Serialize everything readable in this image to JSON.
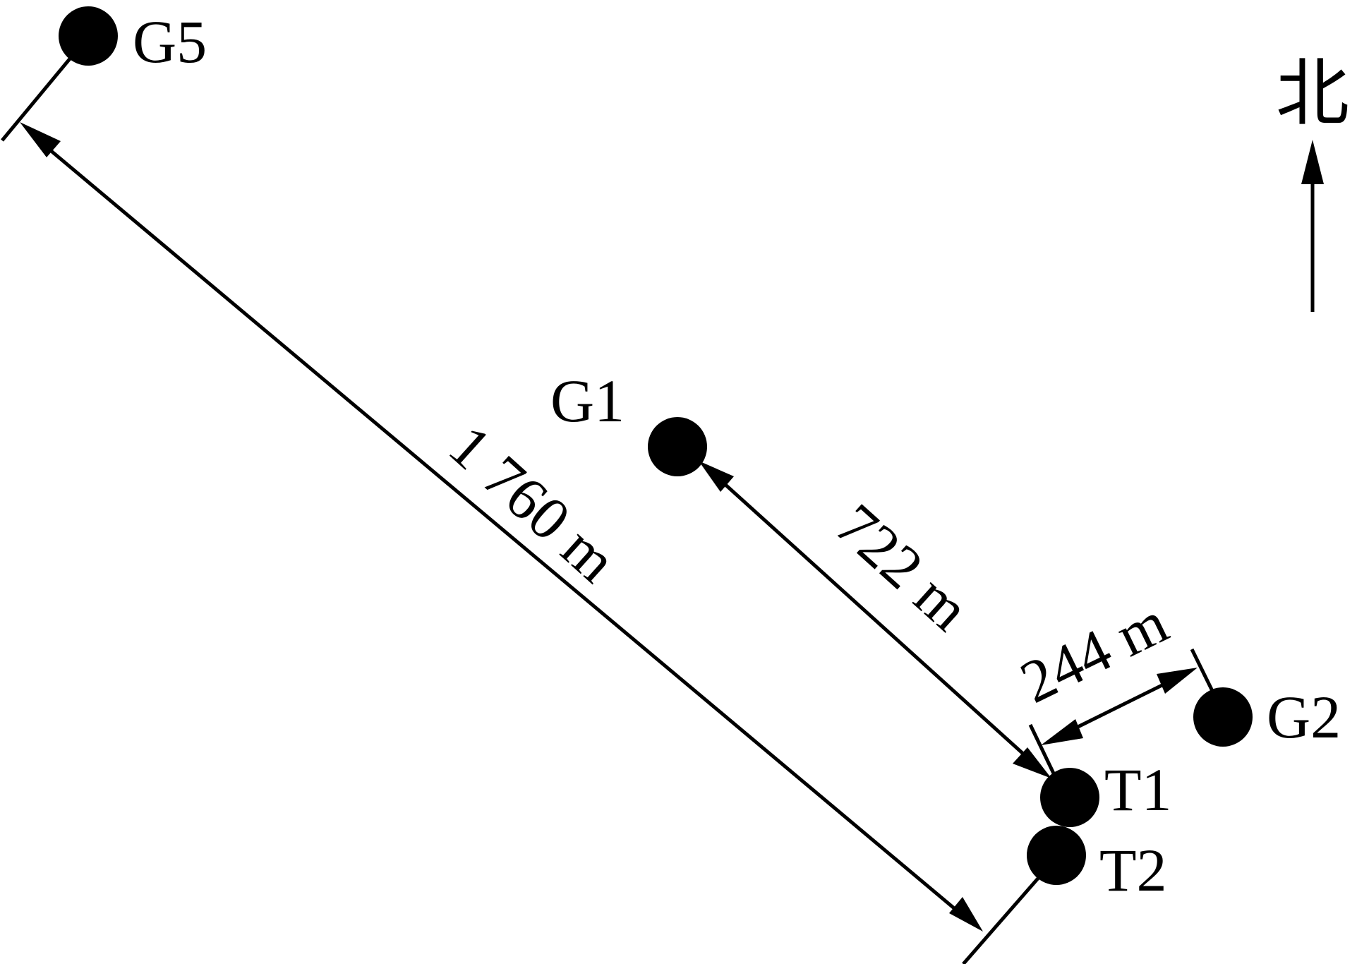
{
  "stations": [
    {
      "id": "G5",
      "label": "G5"
    },
    {
      "id": "G1",
      "label": "G1"
    },
    {
      "id": "G2",
      "label": "G2"
    },
    {
      "id": "T1",
      "label": "T1"
    },
    {
      "id": "T2",
      "label": "T2"
    }
  ],
  "distances": [
    {
      "id": "d1760",
      "label": "1 760 m",
      "from": "G5",
      "to": "T2"
    },
    {
      "id": "d722",
      "label": "722 m",
      "from": "G1",
      "to": "T1"
    },
    {
      "id": "d244",
      "label": "244 m",
      "from": "G2",
      "to": "T1"
    }
  ],
  "north": {
    "label": "北"
  },
  "colors": {
    "ink": "#000000",
    "background": "#ffffff"
  }
}
